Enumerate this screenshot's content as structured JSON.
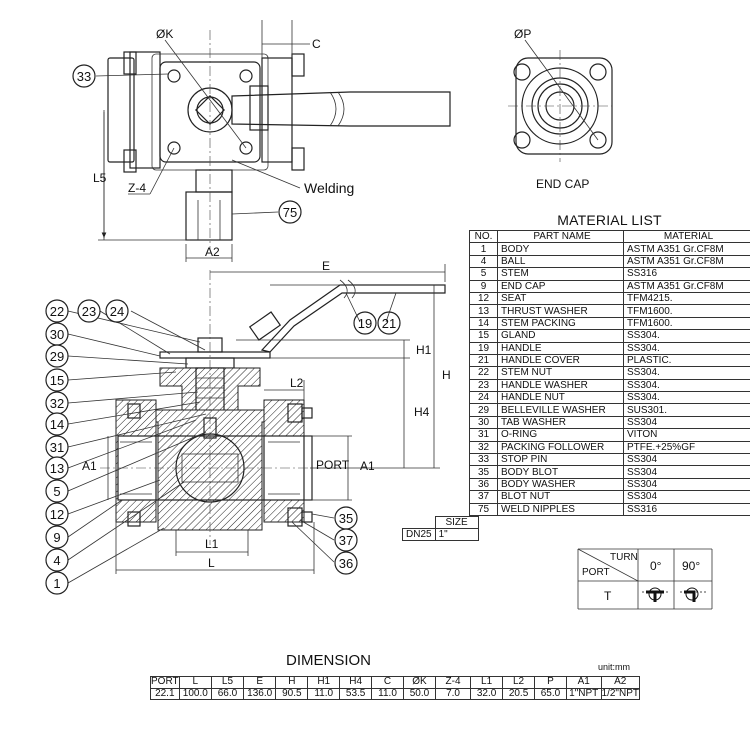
{
  "callouts": {
    "top_view": {
      "ok": "ØK",
      "c": "C",
      "n33": "33",
      "l5": "L5",
      "z4": "Z-4",
      "welding": "Welding",
      "n75": "75",
      "a2": "A2"
    },
    "end_view": {
      "op": "ØP",
      "end_cap": "END CAP"
    },
    "section": {
      "e": "E",
      "h": "H",
      "h1": "H1",
      "h4": "H4",
      "l2": "L2",
      "port": "PORT",
      "a1_left": "A1",
      "a1_right": "A1",
      "l1": "L1",
      "l": "L",
      "n19": "19",
      "n21": "21",
      "left_balloons": [
        "22",
        "23",
        "24",
        "30",
        "29",
        "15",
        "32",
        "14",
        "31",
        "13",
        "5",
        "12",
        "9",
        "4",
        "1"
      ],
      "right_balloons": [
        "35",
        "37",
        "36"
      ]
    }
  },
  "material_list": {
    "title": "MATERIAL LIST",
    "headers": [
      "NO.",
      "PART NAME",
      "MATERIAL"
    ],
    "rows": [
      [
        "1",
        "BODY",
        "ASTM A351 Gr.CF8M"
      ],
      [
        "4",
        "BALL",
        "ASTM A351 Gr.CF8M"
      ],
      [
        "5",
        "STEM",
        "SS316"
      ],
      [
        "9",
        "END CAP",
        "ASTM A351 Gr.CF8M"
      ],
      [
        "12",
        "SEAT",
        "TFM4215."
      ],
      [
        "13",
        "THRUST WASHER",
        "TFM1600."
      ],
      [
        "14",
        "STEM PACKING",
        "TFM1600."
      ],
      [
        "15",
        "GLAND",
        "SS304."
      ],
      [
        "19",
        "HANDLE",
        "SS304."
      ],
      [
        "21",
        "HANDLE COVER",
        "PLASTIC."
      ],
      [
        "22",
        "STEM NUT",
        "SS304."
      ],
      [
        "23",
        "HANDLE WASHER",
        "SS304."
      ],
      [
        "24",
        "HANDLE NUT",
        "SS304."
      ],
      [
        "29",
        "BELLEVILLE WASHER",
        "SUS301."
      ],
      [
        "30",
        "TAB WASHER",
        "SS304"
      ],
      [
        "31",
        "O-RING",
        "VITON"
      ],
      [
        "32",
        "PACKING FOLLOWER",
        "PTFE.+25%GF"
      ],
      [
        "33",
        "STOP PIN",
        "SS304"
      ],
      [
        "35",
        "BODY BLOT",
        "SS304"
      ],
      [
        "36",
        "BODY WASHER",
        "SS304"
      ],
      [
        "37",
        "BLOT NUT",
        "SS304"
      ],
      [
        "75",
        "WELD NIPPLES",
        "SS316"
      ]
    ]
  },
  "size_table": {
    "header": "SIZE",
    "dn": "DN25",
    "inch": "1\""
  },
  "turn_table": {
    "turn": "TURN",
    "port": "PORT",
    "deg0": "0°",
    "deg90": "90°",
    "row": "T"
  },
  "dimension": {
    "title": "DIMENSION",
    "unit": "unit:mm",
    "headers": [
      "PORT",
      "L",
      "L5",
      "E",
      "H",
      "H1",
      "H4",
      "C",
      "ØK",
      "Z-4",
      "L1",
      "L2",
      "P",
      "A1",
      "A2"
    ],
    "values": [
      "22.1",
      "100.0",
      "66.0",
      "136.0",
      "90.5",
      "11.0",
      "53.5",
      "11.0",
      "50.0",
      "7.0",
      "32.0",
      "20.5",
      "65.0",
      "1\"NPT",
      "1/2\"NPT"
    ]
  }
}
